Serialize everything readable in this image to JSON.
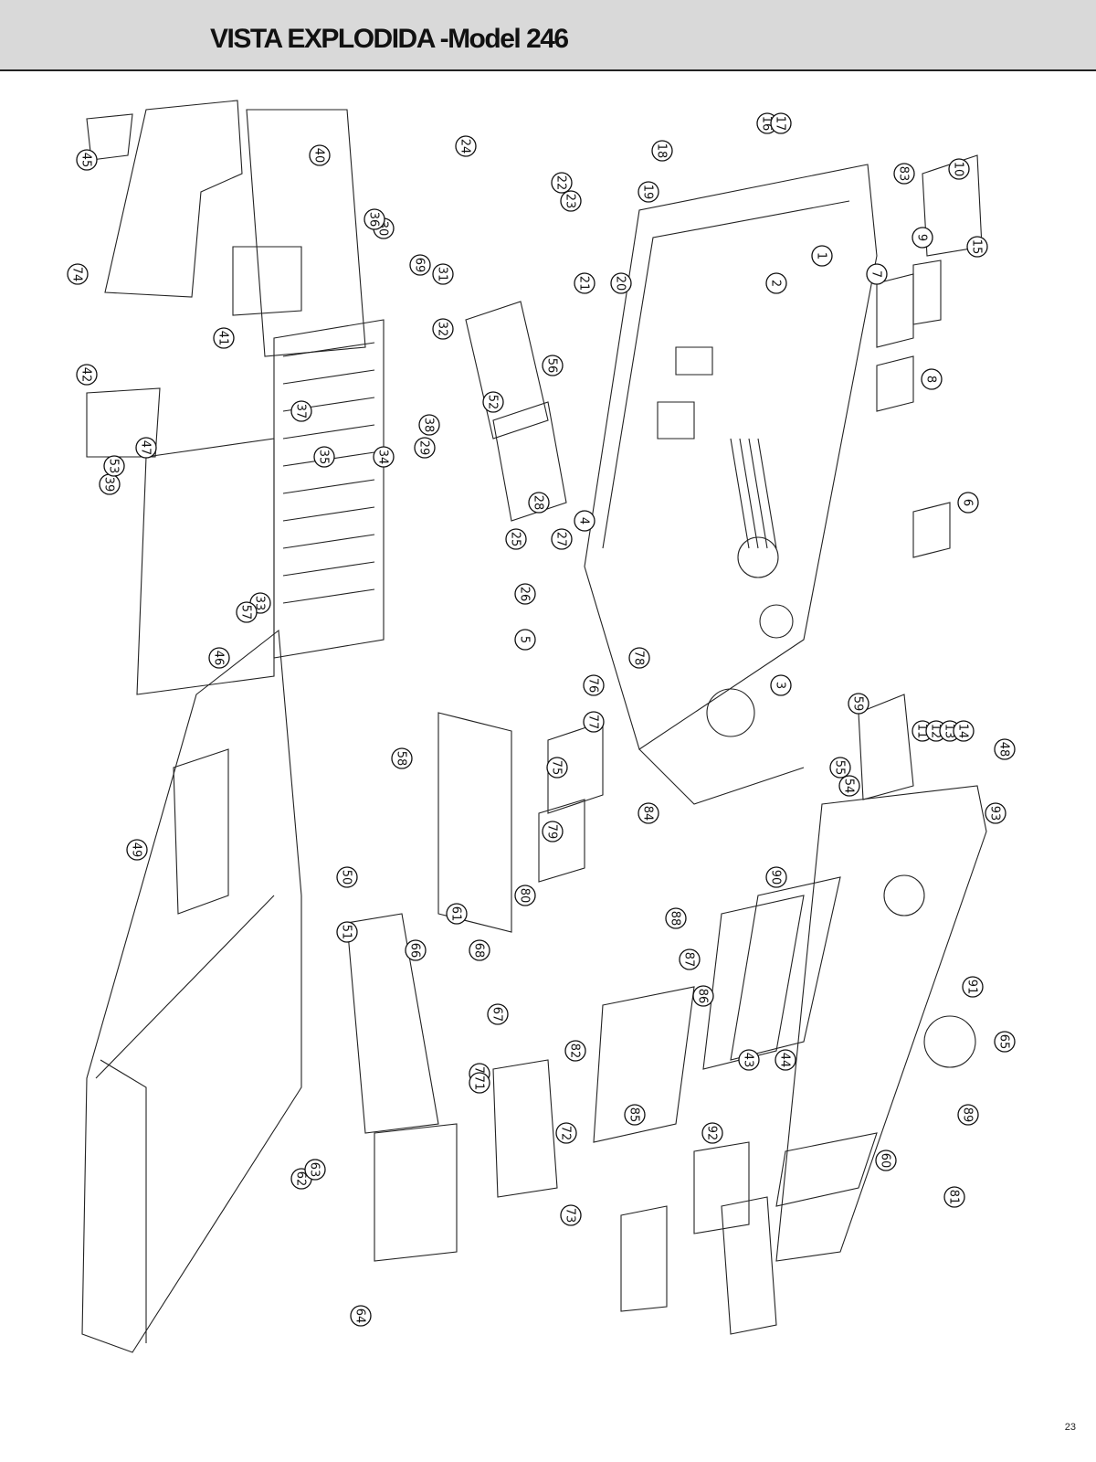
{
  "header": {
    "title": "VISTA EXPLODIDA -Model 246"
  },
  "page_number": "23",
  "callout_labels": [
    "1",
    "2",
    "3",
    "4",
    "5",
    "6",
    "7",
    "8",
    "9",
    "10",
    "11",
    "12",
    "13",
    "14",
    "15",
    "16",
    "17",
    "18",
    "19",
    "20",
    "21",
    "22",
    "23",
    "24",
    "25",
    "26",
    "27",
    "28",
    "29",
    "30",
    "31",
    "32",
    "33",
    "34",
    "35",
    "36",
    "37",
    "38",
    "39",
    "40",
    "41",
    "42",
    "43",
    "44",
    "45",
    "46",
    "47",
    "48",
    "49",
    "50",
    "51",
    "52",
    "53",
    "54",
    "55",
    "56",
    "57",
    "58",
    "59",
    "60",
    "61",
    "62",
    "63",
    "64",
    "65",
    "66",
    "67",
    "68",
    "69",
    "70",
    "71",
    "72",
    "73",
    "74",
    "75",
    "76",
    "77",
    "78",
    "79",
    "80",
    "81",
    "82",
    "83",
    "84",
    "85",
    "86",
    "87",
    "88",
    "89",
    "90",
    "91",
    "92",
    "93"
  ]
}
